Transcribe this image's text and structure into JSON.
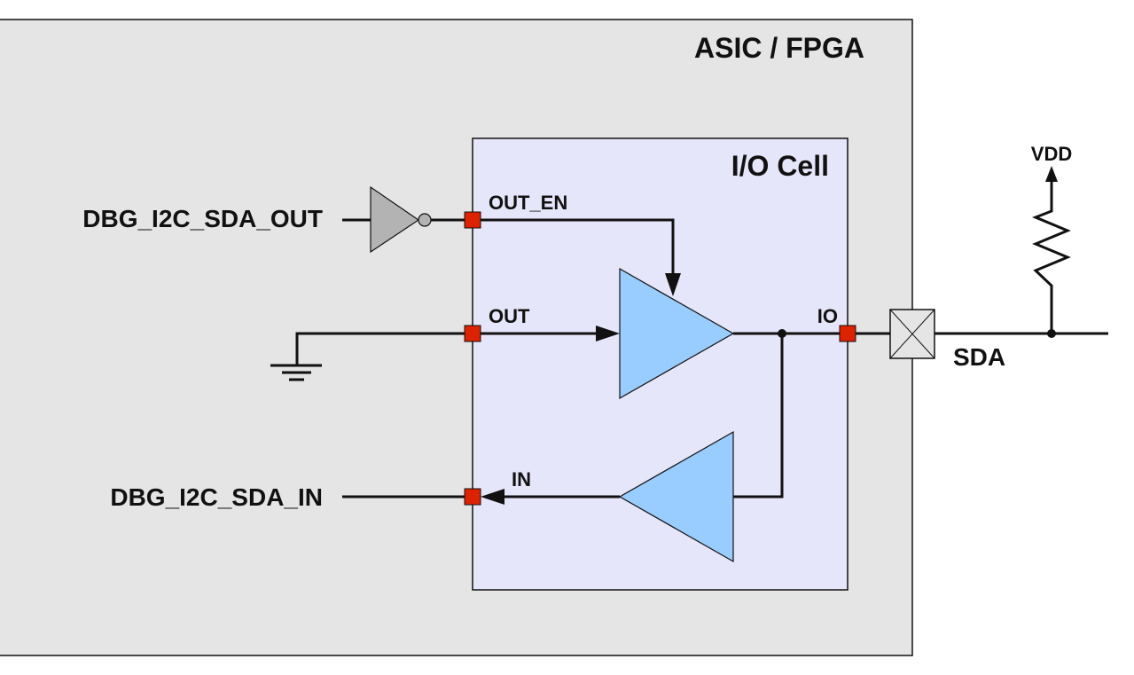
{
  "diagram": {
    "outer_block": {
      "title": "ASIC / FPGA",
      "fill": "#e5e5e5"
    },
    "io_cell": {
      "title": "I/O Cell",
      "fill": "#e6e6fa",
      "pins": {
        "out_en": "OUT_EN",
        "out": "OUT",
        "in": "IN",
        "io": "IO"
      },
      "pin_color": "#dd2200",
      "buffer_color": "#99ccff"
    },
    "signals": {
      "sda_out": "DBG_I2C_SDA_OUT",
      "sda_in": "DBG_I2C_SDA_IN",
      "sda": "SDA",
      "vdd": "VDD"
    },
    "inverter_color": "#b3b3b3"
  }
}
